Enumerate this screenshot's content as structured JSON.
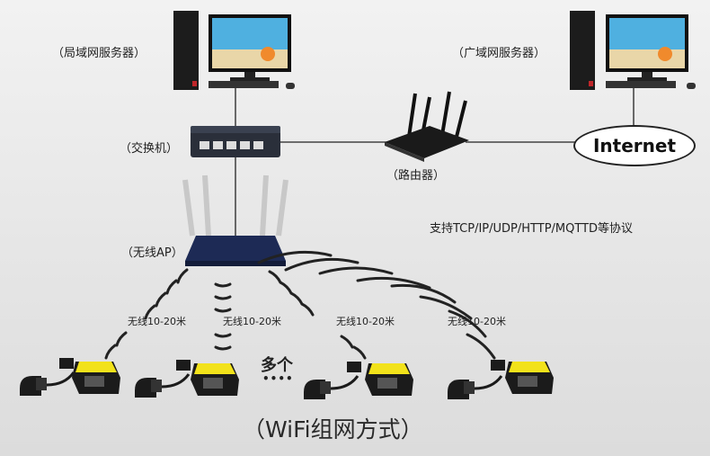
{
  "labels": {
    "lan_server": "（局域网服务器）",
    "wan_server": "（广域网服务器）",
    "switch": "（交换机）",
    "router": "（路由器）",
    "internet": "Internet",
    "wireless_ap": "（无线AP）",
    "protocols": "支持TCP/IP/UDP/HTTP/MQTTD等协议",
    "range_1": "无线10-20米",
    "range_2": "无线10-20米",
    "range_3": "无线10-20米",
    "range_4": "无线10-20米",
    "multiple": "多个",
    "ellipsis": "••••",
    "title": "（WiFi组网方式）"
  },
  "colors": {
    "line": "#222222",
    "device_yellow": "#f2e21a",
    "device_black": "#1b1b1b",
    "monitor_sky": "#4fb0e0",
    "monitor_sand": "#e9d6a8",
    "ap_blue": "#1d2a55"
  }
}
